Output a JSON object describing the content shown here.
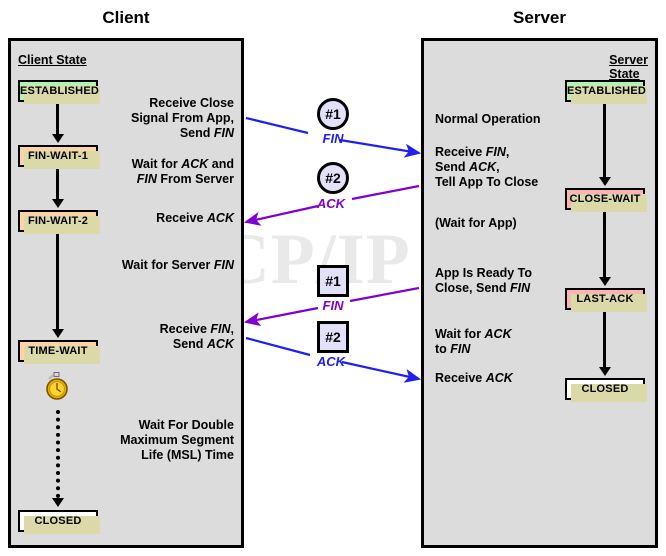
{
  "diagram": {
    "watermark": "The TCP/IP Guide",
    "client_title": "Client",
    "server_title": "Server",
    "client_state_label": "Client State",
    "server_state_label": "Server State"
  },
  "colors": {
    "panel_fill": "#dcdcdc",
    "panel_border": "#000000",
    "established": "#b5f0b5",
    "fin_wait": "#fcd3a8",
    "time_wait": "#fcd3a8",
    "close_wait": "#fbb4b4",
    "last_ack": "#fbb4b4",
    "closed": "#ffffff",
    "shadow": "#dcd9a8",
    "badge_fill": "#e3e0fa",
    "fin_arrow_blue": "#2020ee",
    "ack_arrow_purple": "#8000d0",
    "watermark": "#e9e9e9"
  },
  "client": {
    "states": [
      {
        "name": "ESTABLISHED"
      },
      {
        "name": "FIN-WAIT-1"
      },
      {
        "name": "FIN-WAIT-2"
      },
      {
        "name": "TIME-WAIT"
      },
      {
        "name": "CLOSED"
      }
    ],
    "notes": [
      {
        "text": "Receive Close\nSignal From App,\nSend FIN"
      },
      {
        "text": "Wait for ACK and\nFIN From Server"
      },
      {
        "text": "Receive ACK"
      },
      {
        "text": "Wait for Server FIN"
      },
      {
        "text": "Receive FIN,\nSend ACK"
      },
      {
        "text": "Wait For Double\nMaximum Segment\nLife (MSL) Time"
      }
    ]
  },
  "server": {
    "states": [
      {
        "name": "ESTABLISHED"
      },
      {
        "name": "CLOSE-WAIT"
      },
      {
        "name": "LAST-ACK"
      },
      {
        "name": "CLOSED"
      }
    ],
    "notes": [
      {
        "text": "Normal Operation"
      },
      {
        "text": "Receive FIN,\nSend ACK,\nTell App To Close"
      },
      {
        "text": "(Wait for App)"
      },
      {
        "text": "App Is Ready To\nClose, Send FIN"
      },
      {
        "text": "Wait for ACK\nto FIN"
      },
      {
        "text": "Receive ACK"
      }
    ]
  },
  "messages": [
    {
      "badge": "#1",
      "label": "FIN",
      "shape": "circle",
      "direction": "client-to-server",
      "color": "#2020ee"
    },
    {
      "badge": "#2",
      "label": "ACK",
      "shape": "circle",
      "direction": "server-to-client",
      "color": "#8000d0"
    },
    {
      "badge": "#1",
      "label": "FIN",
      "shape": "square",
      "direction": "server-to-client",
      "color": "#8000d0"
    },
    {
      "badge": "#2",
      "label": "ACK",
      "shape": "square",
      "direction": "client-to-server",
      "color": "#2020ee"
    }
  ],
  "icons": {
    "stopwatch": "stopwatch-icon"
  }
}
